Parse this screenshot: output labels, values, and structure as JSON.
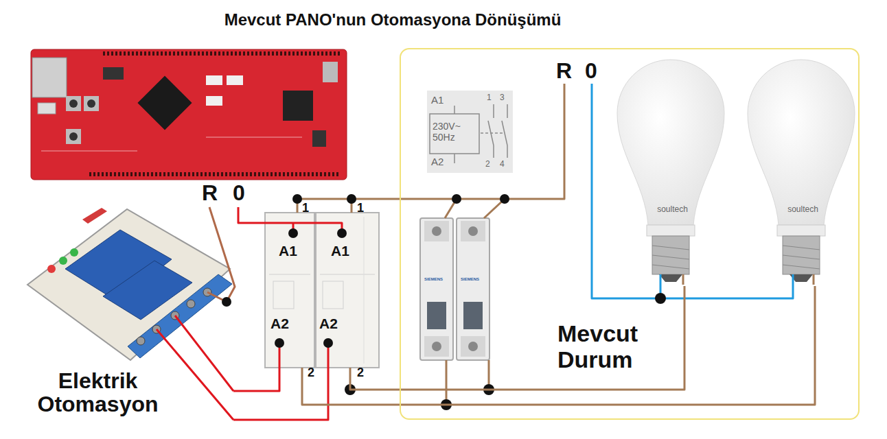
{
  "diagram": {
    "title": "Mevcut PANO'nun Otomasyona Dönüşümü",
    "nodes": [
      {
        "text": [
          "Elektrik Otomasyon"
        ]
      },
      {
        "text": [
          "1",
          "A1",
          "A2",
          "2"
        ]
      },
      {
        "text": [
          "1",
          "A1",
          "A2",
          "2"
        ]
      },
      {
        "text": [
          "Mevcut Durum"
        ]
      },
      {
        "text": [
          "A1",
          "230V~ 50Hz",
          "A2",
          "1",
          "3",
          "2",
          "4"
        ],
        "in": 3
      },
      {
        "text": [
          "soultech"
        ],
        "in": 3
      },
      {
        "text": [
          "soultech"
        ],
        "in": 3
      }
    ],
    "edges": [
      {
        "from": 0,
        "to": 1,
        "arrow": "none"
      },
      {
        "from": 0,
        "to": 2,
        "arrow": "none"
      },
      {
        "from": 1,
        "to": 6,
        "arrow": "none"
      },
      {
        "from": 2,
        "to": 5,
        "arrow": "none"
      }
    ],
    "labels": [
      "R",
      "0",
      "R",
      "0",
      "SIEMENS",
      "SIEMENS"
    ]
  }
}
